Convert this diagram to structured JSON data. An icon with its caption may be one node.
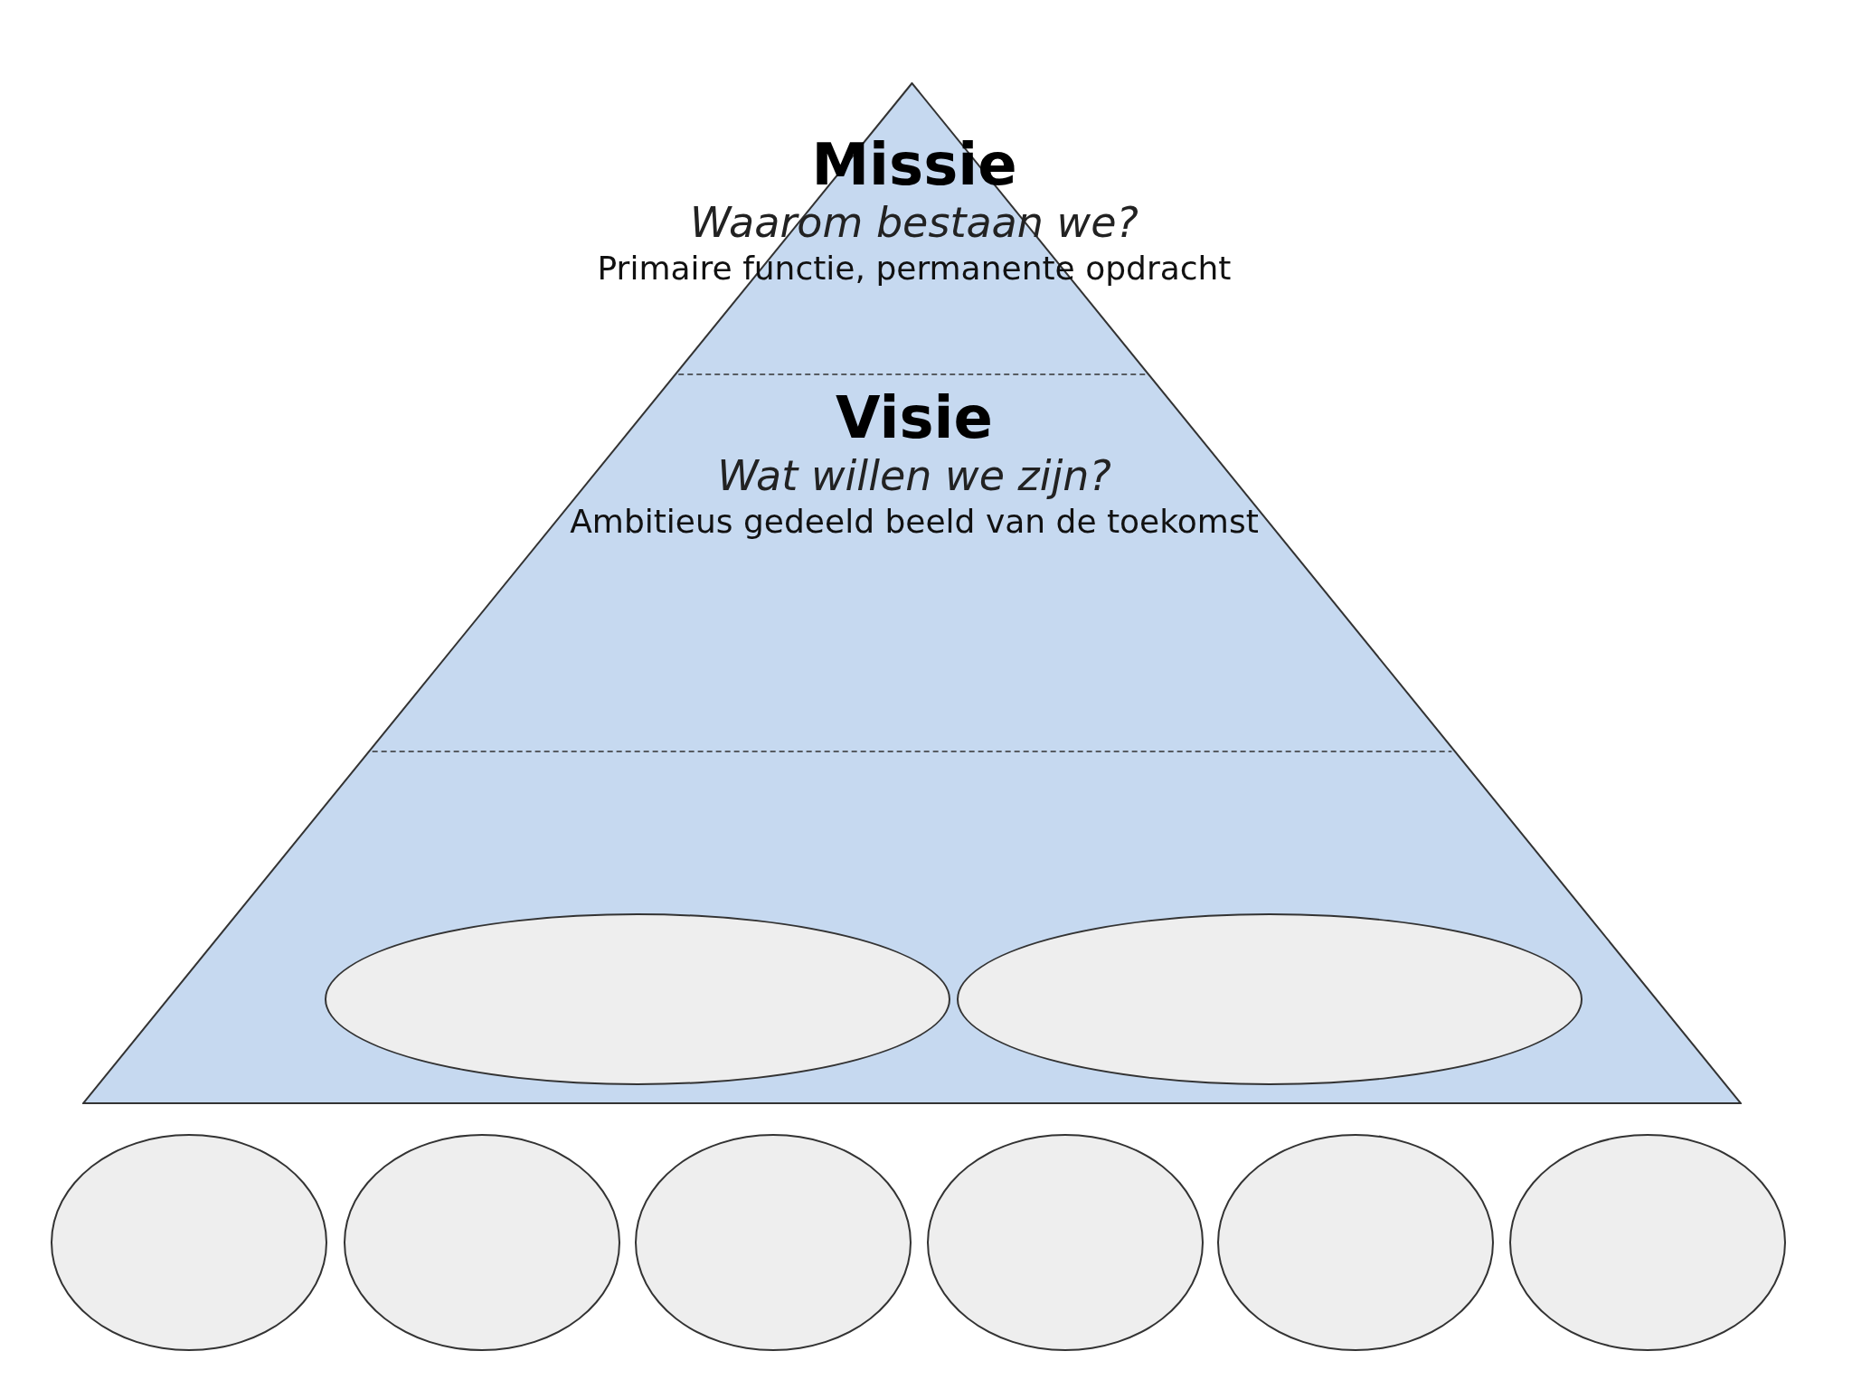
{
  "diagram": {
    "nodes": [
      {
        "text": [],
        "shape": "triangle"
      },
      {
        "text": [
          "Missie",
          "Waarom bestaan we?",
          "Primaire functie, permanente opdracht"
        ],
        "in": 0
      },
      {
        "text": [
          "Visie",
          "Wat willen we zijn?",
          "Ambitieus gedeeld beeld van de toekomst"
        ],
        "in": 0
      },
      {
        "text": [],
        "shape": "ellipse",
        "in": 0
      },
      {
        "text": [],
        "shape": "ellipse",
        "in": 0
      },
      {
        "text": [],
        "shape": "ellipse"
      },
      {
        "text": [],
        "shape": "ellipse"
      },
      {
        "text": [],
        "shape": "ellipse"
      },
      {
        "text": [],
        "shape": "ellipse"
      },
      {
        "text": [],
        "shape": "ellipse"
      },
      {
        "text": [],
        "shape": "ellipse"
      }
    ]
  }
}
